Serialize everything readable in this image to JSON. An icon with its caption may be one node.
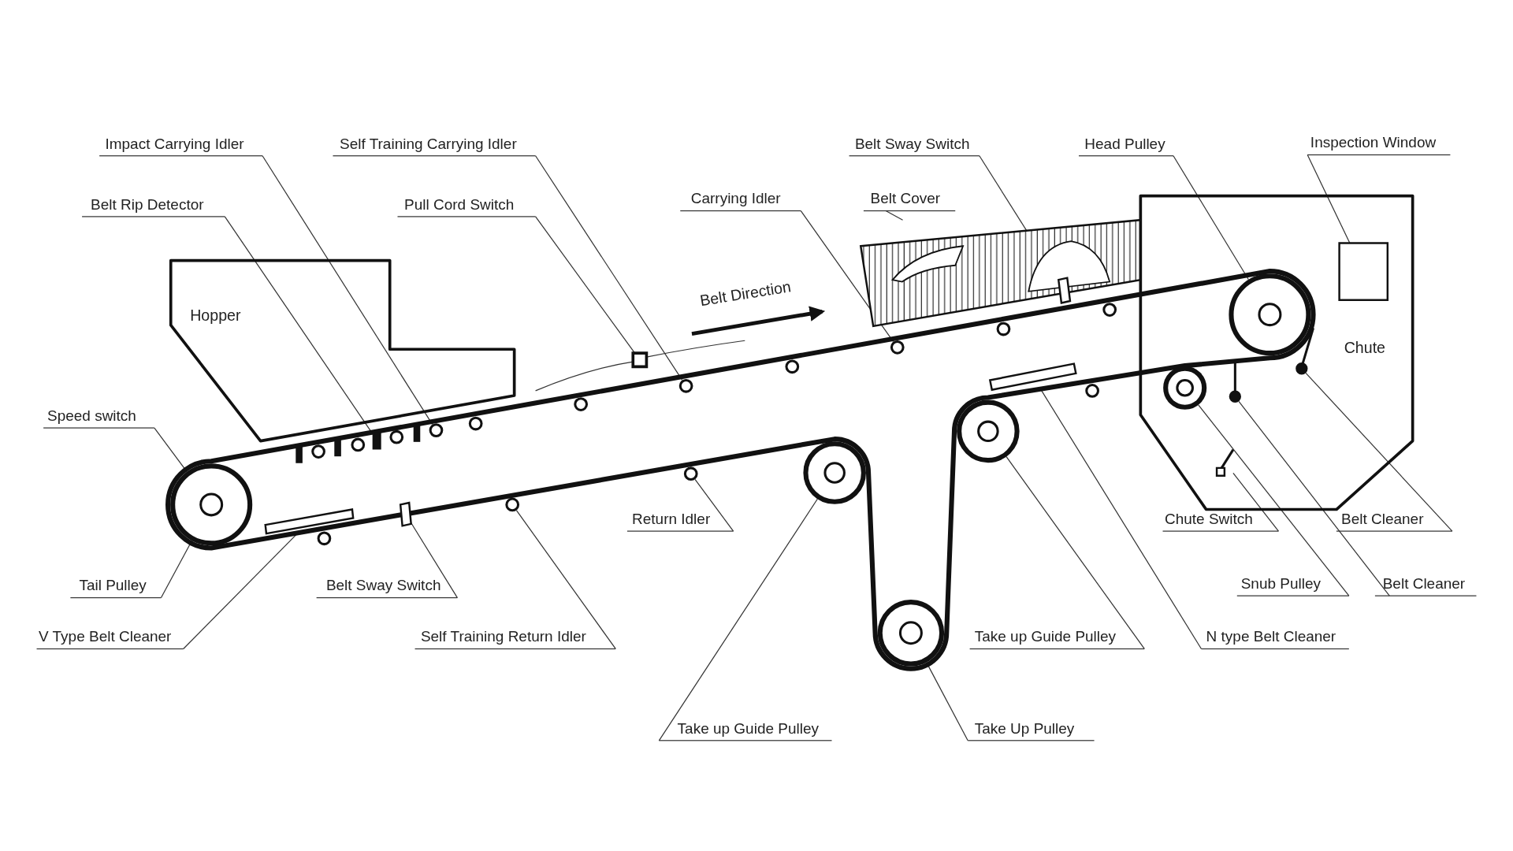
{
  "diagram": {
    "nodes": [
      {
        "text": [
          "Impact Carrying Idler"
        ]
      },
      {
        "text": [
          "Self Training Carrying Idler"
        ]
      },
      {
        "text": [
          "Belt Sway Switch"
        ]
      },
      {
        "text": [
          "Head Pulley"
        ]
      },
      {
        "text": [
          "Inspection Window"
        ]
      },
      {
        "text": [
          "Belt Rip Detector"
        ]
      },
      {
        "text": [
          "Pull Cord Switch"
        ]
      },
      {
        "text": [
          "Carrying Idler"
        ]
      },
      {
        "text": [
          "Belt Cover"
        ]
      },
      {
        "text": [
          "Hopper"
        ]
      },
      {
        "text": [
          "Chute"
        ]
      },
      {
        "text": [
          "Speed switch"
        ]
      },
      {
        "text": [
          "Return Idler"
        ]
      },
      {
        "text": [
          "Chute Switch"
        ]
      },
      {
        "text": [
          "Belt Cleaner"
        ]
      },
      {
        "text": [
          "Snub Pulley"
        ]
      },
      {
        "text": [
          "Belt Cleaner"
        ]
      },
      {
        "text": [
          "Tail Pulley"
        ]
      },
      {
        "text": [
          "Belt Sway Switch"
        ]
      },
      {
        "text": [
          "V Type Belt Cleaner"
        ]
      },
      {
        "text": [
          "Self Training Return Idler"
        ]
      },
      {
        "text": [
          "Take up Guide Pulley"
        ]
      },
      {
        "text": [
          "N type Belt Cleaner"
        ]
      },
      {
        "text": [
          "Take Up Pulley"
        ]
      },
      {
        "text": [
          "Take up Guide Pulley"
        ]
      },
      {
        "text": [],
        "shape": "circle"
      },
      {
        "text": [],
        "shape": "bar"
      },
      {
        "text": [],
        "shape": "bar"
      },
      {
        "text": [],
        "shape": "box"
      },
      {
        "text": [],
        "shape": "circle"
      },
      {
        "text": [],
        "shape": "circle"
      },
      {
        "text": [],
        "shape": "box"
      },
      {
        "text": [],
        "shape": "circle"
      },
      {
        "text": [],
        "shape": "circle"
      },
      {
        "text": [],
        "shape": "circle"
      },
      {
        "text": [],
        "shape": "box"
      },
      {
        "text": [],
        "shape": "circle"
      },
      {
        "text": [],
        "shape": "circle"
      },
      {
        "text": [],
        "shape": "circle"
      },
      {
        "text": [],
        "shape": "bar"
      },
      {
        "text": [],
        "shape": "box",
        "in": 35
      },
      {
        "text": [],
        "shape": "circle",
        "in": 10
      },
      {
        "text": [],
        "shape": "box",
        "in": 10
      },
      {
        "text": [],
        "shape": "circle",
        "in": 10
      },
      {
        "text": [],
        "shape": "circle",
        "in": 10
      },
      {
        "text": [],
        "shape": "circle",
        "in": 10
      },
      {
        "text": [],
        "shape": "box",
        "in": 10
      }
    ],
    "edges": [
      {
        "from": 0,
        "to": 29,
        "arrow": "none"
      },
      {
        "from": 1,
        "to": 32,
        "arrow": "none"
      },
      {
        "from": 2,
        "to": 40,
        "arrow": "none"
      },
      {
        "from": 3,
        "to": 44,
        "arrow": "none"
      },
      {
        "from": 4,
        "to": 46,
        "arrow": "none"
      },
      {
        "from": 5,
        "to": 27,
        "arrow": "none"
      },
      {
        "from": 6,
        "to": 31,
        "arrow": "none"
      },
      {
        "from": 7,
        "to": 36,
        "arrow": "none"
      },
      {
        "from": 8,
        "to": 35,
        "arrow": "none"
      },
      {
        "from": 11,
        "to": 25,
        "arrow": "none"
      },
      {
        "from": 12,
        "to": 33,
        "arrow": "none"
      },
      {
        "from": 13,
        "to": 42,
        "arrow": "none"
      },
      {
        "from": 14,
        "to": 45,
        "arrow": "none"
      },
      {
        "from": 15,
        "to": 41,
        "arrow": "none"
      },
      {
        "from": 16,
        "to": 43,
        "arrow": "none"
      },
      {
        "from": 17,
        "to": 25,
        "arrow": "none"
      },
      {
        "from": 18,
        "to": 28,
        "arrow": "none"
      },
      {
        "from": 19,
        "to": 26,
        "arrow": "none"
      },
      {
        "from": 20,
        "to": 30,
        "arrow": "none"
      },
      {
        "from": 21,
        "to": 38,
        "arrow": "none"
      },
      {
        "from": 22,
        "to": 39,
        "arrow": "none"
      },
      {
        "from": 23,
        "to": 37,
        "arrow": "none"
      },
      {
        "from": 24,
        "to": 34,
        "arrow": "none"
      }
    ],
    "labels": [
      "Belt Direction"
    ]
  }
}
